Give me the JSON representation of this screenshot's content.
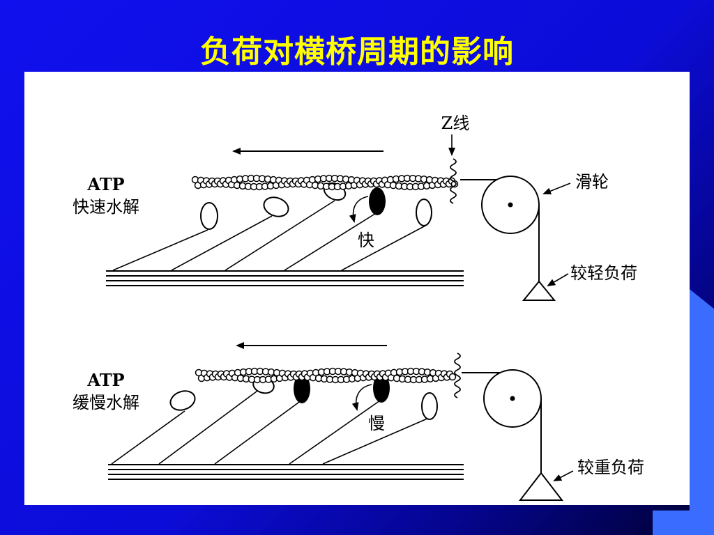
{
  "slide": {
    "title": "负荷对横桥周期的影响"
  },
  "diagram": {
    "top": {
      "atp": "ATP",
      "hydrolysis": "快速水解",
      "speed": "快",
      "z_line": "Z线",
      "pulley": "滑轮",
      "load": "较轻负荷"
    },
    "bottom": {
      "atp": "ATP",
      "hydrolysis": "缓慢水解",
      "speed": "慢",
      "load": "较重负荷"
    }
  }
}
